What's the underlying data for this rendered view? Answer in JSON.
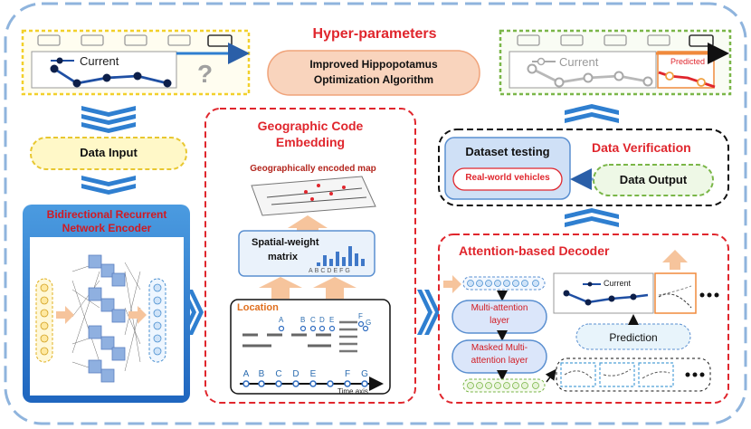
{
  "hyperparameters": {
    "title": "Hyper-parameters",
    "algorithm_line1": "Improved Hippopotamus",
    "algorithm_line2": "Optimization Algorithm"
  },
  "input_panel": {
    "series_label": "Current",
    "unknown_mark": "?"
  },
  "output_panel": {
    "series_label": "Current",
    "predicted_label": "Predicted"
  },
  "data_input": "Data Input",
  "encoder": {
    "title_line1": "Bidirectional Recurrent",
    "title_line2": "Network Encoder"
  },
  "geo": {
    "title_line1": "Geographic Code",
    "title_line2": "Embedding",
    "map_label": "Geographically encoded map",
    "spatial_line1": "Spatial-weight",
    "spatial_line2": "matrix",
    "axis_letters": [
      "A",
      "B",
      "C",
      "D",
      "E",
      "F",
      "G"
    ],
    "location_label": "Location",
    "time_axis": "Time axis"
  },
  "verification": {
    "title": "Data Verification",
    "dataset_testing": "Dataset testing",
    "real_world": "Real-world vehicles",
    "data_output": "Data Output"
  },
  "decoder": {
    "title": "Attention-based Decoder",
    "multi_attention_line1": "Multi-attention",
    "multi_attention_line2": "layer",
    "masked_line1": "Masked Multi-",
    "masked_line2": "attention layer",
    "prediction": "Prediction",
    "current_label": "Current"
  },
  "colors": {
    "accent_red": "#e0262d",
    "border_blue": "#7aa7d8",
    "arrow_blue": "#2f7fd0",
    "input_yellow": "#f2d02a",
    "output_green": "#7ab648",
    "encoder_fill": "#2f7ad0",
    "orange_fill": "#f6c49c"
  }
}
